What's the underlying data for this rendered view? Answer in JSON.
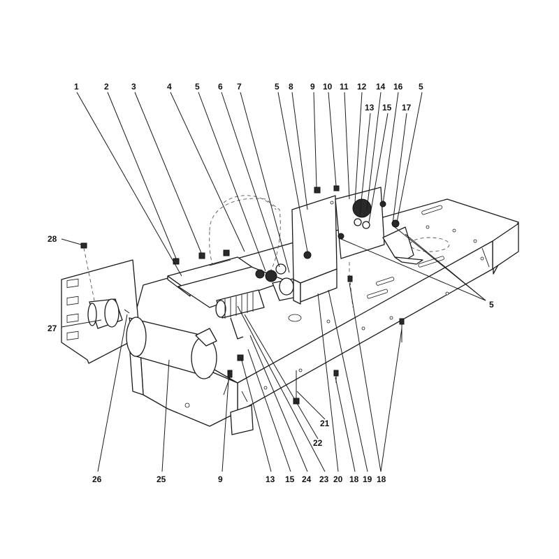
{
  "diagram": {
    "callouts": [
      {
        "id": "c1",
        "text": "1"
      },
      {
        "id": "c2",
        "text": "2"
      },
      {
        "id": "c3",
        "text": "3"
      },
      {
        "id": "c4",
        "text": "4"
      },
      {
        "id": "c5a",
        "text": "5"
      },
      {
        "id": "c6",
        "text": "6"
      },
      {
        "id": "c7",
        "text": "7"
      },
      {
        "id": "c5b",
        "text": "5"
      },
      {
        "id": "c8",
        "text": "8"
      },
      {
        "id": "c9a",
        "text": "9"
      },
      {
        "id": "c10",
        "text": "10"
      },
      {
        "id": "c11",
        "text": "11"
      },
      {
        "id": "c12",
        "text": "12"
      },
      {
        "id": "c14",
        "text": "14"
      },
      {
        "id": "c16",
        "text": "16"
      },
      {
        "id": "c5c",
        "text": "5"
      },
      {
        "id": "c13a",
        "text": "13"
      },
      {
        "id": "c15a",
        "text": "15"
      },
      {
        "id": "c17",
        "text": "17"
      },
      {
        "id": "c28",
        "text": "28"
      },
      {
        "id": "c27",
        "text": "27"
      },
      {
        "id": "c5d",
        "text": "5"
      },
      {
        "id": "c26",
        "text": "26"
      },
      {
        "id": "c25",
        "text": "25"
      },
      {
        "id": "c9b",
        "text": "9"
      },
      {
        "id": "c13b",
        "text": "13"
      },
      {
        "id": "c15b",
        "text": "15"
      },
      {
        "id": "c24",
        "text": "24"
      },
      {
        "id": "c23",
        "text": "23"
      },
      {
        "id": "c20",
        "text": "20"
      },
      {
        "id": "c18a",
        "text": "18"
      },
      {
        "id": "c19",
        "text": "19"
      },
      {
        "id": "c18b",
        "text": "18"
      },
      {
        "id": "c21",
        "text": "21"
      },
      {
        "id": "c22",
        "text": "22"
      }
    ]
  }
}
